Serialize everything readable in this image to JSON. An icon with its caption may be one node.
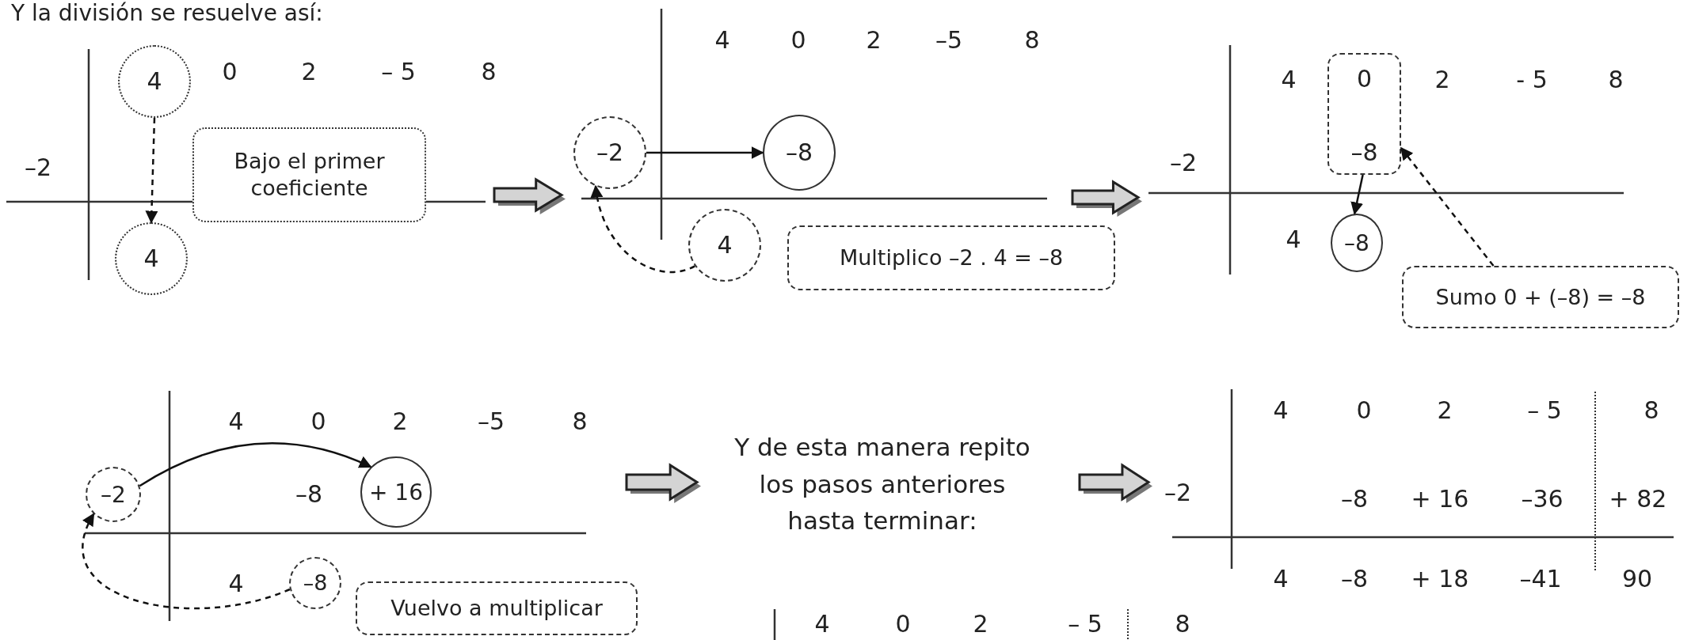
{
  "diagram": {
    "title": "Y la división se resuelve así:",
    "nodes": [
      {
        "text": [
          "4"
        ]
      },
      {
        "text": [
          "Bajo el primer coeficiente"
        ]
      },
      {
        "text": [
          "4"
        ]
      },
      {
        "text": [
          "–2"
        ]
      },
      {
        "text": [
          "–8"
        ]
      },
      {
        "text": [
          "4"
        ]
      },
      {
        "text": [
          "Multiplico –2 . 4 = –8"
        ]
      },
      {
        "text": [
          "0",
          "–8"
        ]
      },
      {
        "text": [
          "–8"
        ]
      },
      {
        "text": [
          "Sumo 0 + (–8) = –8"
        ]
      },
      {
        "text": [
          "–2"
        ]
      },
      {
        "text": [
          "+ 16"
        ]
      },
      {
        "text": [
          "–8"
        ]
      },
      {
        "text": [
          "Vuelvo a multiplicar"
        ]
      }
    ],
    "edges": [
      {
        "from": 0,
        "to": 2,
        "arrow": "to",
        "style": "dashed"
      },
      {
        "from": 3,
        "to": 4,
        "arrow": "to"
      },
      {
        "from": 5,
        "to": 3,
        "arrow": "to",
        "style": "dashed"
      },
      {
        "from": 7,
        "to": 8,
        "arrow": "to"
      },
      {
        "from": 9,
        "to": 7,
        "arrow": "to",
        "style": "dashed"
      },
      {
        "from": 10,
        "to": 11,
        "arrow": "to"
      },
      {
        "from": 12,
        "to": 10,
        "arrow": "to",
        "style": "dashed"
      }
    ],
    "labels": [
      "0",
      "2",
      "– 5",
      "8",
      "–2",
      "4",
      "0",
      "2",
      "–5",
      "8",
      "4",
      "2",
      "- 5",
      "8",
      "–2",
      "4",
      "4",
      "0",
      "2",
      "–5",
      "8",
      "–8",
      "4",
      "Y de esta manera repito los pasos anteriores hasta terminar:",
      "4",
      "0",
      "2",
      "– 5",
      "8",
      "–2",
      "–8",
      "+ 16",
      "–36",
      "+ 82",
      "4",
      "–8",
      "+ 18",
      "–41",
      "90",
      "4",
      "0",
      "2",
      "– 5",
      "8"
    ]
  }
}
